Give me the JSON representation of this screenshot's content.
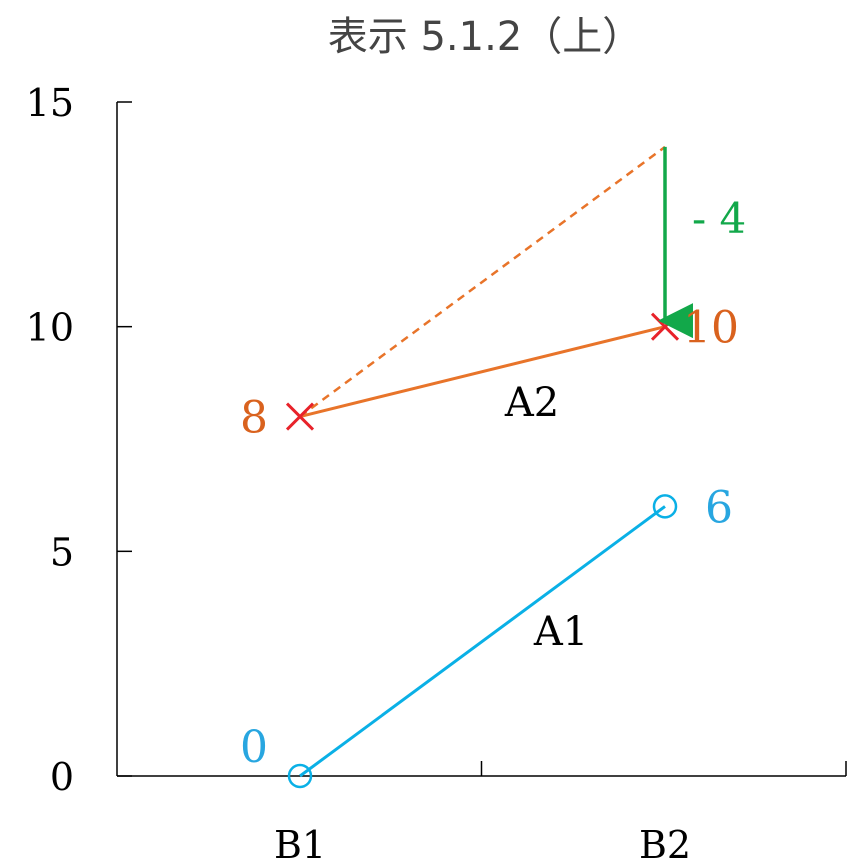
{
  "chart_data": {
    "type": "line",
    "title": "表示 5.1.2（上）",
    "categories": [
      "B1",
      "B2"
    ],
    "ylim": [
      0,
      15
    ],
    "yticks": [
      0,
      5,
      10,
      15
    ],
    "grid": false,
    "series": [
      {
        "name": "A1",
        "values": [
          0,
          6
        ],
        "color": "#0ab0e6",
        "marker": "circle",
        "labels": [
          "0",
          "6"
        ],
        "label_color": "#28a6e0"
      },
      {
        "name": "A2",
        "values": [
          8,
          10
        ],
        "color": "#e8742a",
        "marker": "cross",
        "marker_color": "#e8222a",
        "labels": [
          "8",
          "10"
        ],
        "label_color": "#d9621e"
      }
    ],
    "reference_line": {
      "from": [
        "B1",
        8
      ],
      "to": [
        "B2",
        14
      ],
      "style": "dashed",
      "color": "#e8742a"
    },
    "annotation": {
      "text": "- 4",
      "from": [
        "B2",
        14
      ],
      "to": [
        "B2",
        10
      ],
      "color": "#12a84a"
    }
  }
}
